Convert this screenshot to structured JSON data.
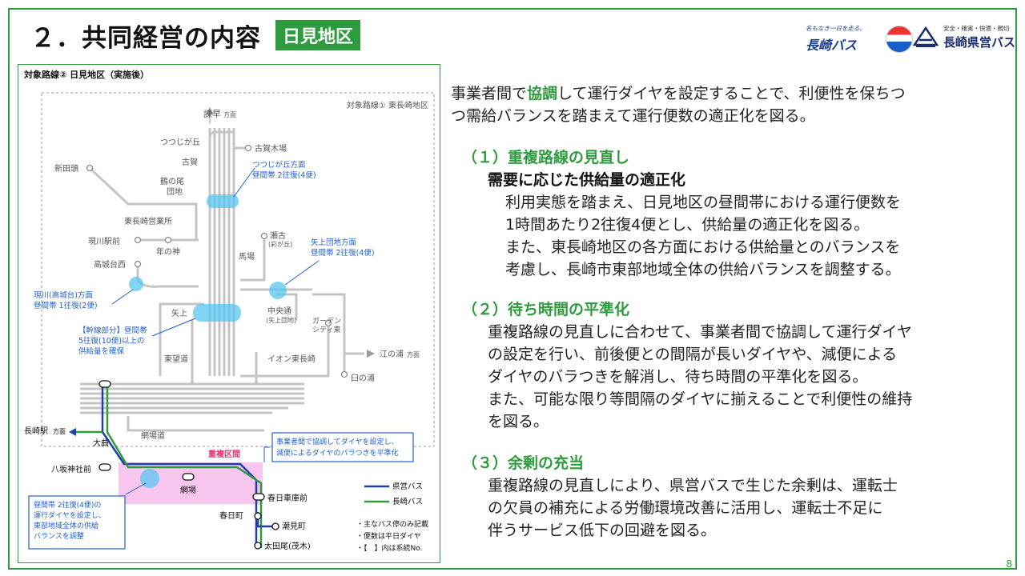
{
  "header": {
    "title": "２．共同経営の内容",
    "badge": "日見地区",
    "logo_nagasaki_tagline": "名もなき一日を走る。",
    "logo_nagasaki_name": "長崎バス",
    "logo_kenei_sub": "安全・確実・快適・親切",
    "logo_kenei_name": "長崎県営バス"
  },
  "map": {
    "heading": "対象路線② 日見地区（実施後）",
    "area1_label": "対象路線① 東長崎地区",
    "stops": {
      "isahaya": "諫早",
      "isahaya_dir": "方面",
      "tsutsujigaoka": "つつじが丘",
      "kogakiba": "古賀木場",
      "koga": "古賀",
      "shindento": "新田頭",
      "tsurunoo1": "鶴の尾",
      "tsurunoo2": "団地",
      "higashinagasaki_eigyosho": "東長崎営業所",
      "genkawa": "現川駅前",
      "toshinokami": "年の神",
      "takashirodai": "高城台西",
      "seko": "瀬古",
      "seko_sub": "(彩が丘)",
      "baba": "馬場",
      "yagami": "矢上",
      "chuodori": "中央通",
      "chuodori_sub": "(矢上団地)",
      "garden1": "ガーデン",
      "garden2": "シティ東",
      "enoura": "江の浦",
      "enoura_dir": "方面",
      "higashibodo": "東望道",
      "aeon": "イオン東長崎",
      "usunoura": "臼の浦",
      "nagasaki_st": "長崎駅",
      "nagasaki_st_dir": "方面",
      "omagari": "大曲",
      "amibado": "網場道",
      "yasaka": "八坂神社前",
      "aba": "網場",
      "kasuga_garage": "春日車庫前",
      "kasugamachi": "春日町",
      "shiomi": "潮見町",
      "otao": "太田尾(茂木)"
    },
    "callouts": {
      "tsutsujigaoka_line1": "つつじが丘方面",
      "tsutsujigaoka_line2": "昼間帯 2往復(4便)",
      "yagamidanchi_line1": "矢上団地方面",
      "yagamidanchi_line2": "昼間帯 2往復(4便)",
      "genkawa_line1": "現川(高城台)方面",
      "genkawa_line2": "昼間帯 1往復(2便)",
      "trunk_line1": "【幹線部分】昼間帯",
      "trunk_line2": "5往復(10便)以上の",
      "trunk_line3": "供給量を確保",
      "overlap_label": "重複区間",
      "coord_line1": "事業者間で協調してダイヤを設定し、",
      "coord_line2": "減便によるダイヤのバラつきを平準化",
      "aba_line1": "昼間帯 2往復(4便)の",
      "aba_line2": "運行ダイヤを設定し、",
      "aba_line3": "東部地域全体の供給",
      "aba_line4": "バランスを調整"
    },
    "legend": {
      "kenei": "県営バス",
      "nagasaki": "長崎バス",
      "kenei_color": "#1f3fa8",
      "nagasaki_color": "#2e9b3e"
    },
    "notes": [
      "・主なバス停のみ記載",
      "・便数は平日ダイヤ",
      "・【　】内は系統No."
    ]
  },
  "body": {
    "intro_1": "事業者間で",
    "intro_hl": "協調",
    "intro_2": "して運行ダイヤを設定することで、利便性を保ちつ",
    "intro_3": "つ需給バランスを踏まえて運行便数の適正化を図る。",
    "s1_heading": "（１）重複路線の見直し",
    "s1_sub": "需要に応じた供給量の適正化",
    "s1_lines": [
      "利用実態を踏まえ、日見地区の昼間帯における運行便数を",
      "1時間あたり2往復4便とし、供給量の適正化を図る。",
      "また、東長崎地区の各方面における供給量とのバランスを",
      "考慮し、長崎市東部地域全体の供給バランスを調整する。"
    ],
    "s2_heading": "（２）待ち時間の平準化",
    "s2_lines": [
      "重複路線の見直しに合わせて、事業者間で協調して運行ダイヤ",
      "の設定を行い、前後便との間隔が長いダイヤや、減便による",
      "ダイヤのバラつきを解消し、待ち時間の平準化を図る。",
      "また、可能な限り等間隔のダイヤに揃えることで利便性の維持",
      "を図る。"
    ],
    "s3_heading": "（３）余剰の充当",
    "s3_lines": [
      "重複路線の見直しにより、県営バスで生じた余剰は、運転士",
      "の欠員の補充による労働環境改善に活用し、運転士不足に",
      "伴うサービス低下の回避を図る。"
    ]
  },
  "page_number": "8"
}
